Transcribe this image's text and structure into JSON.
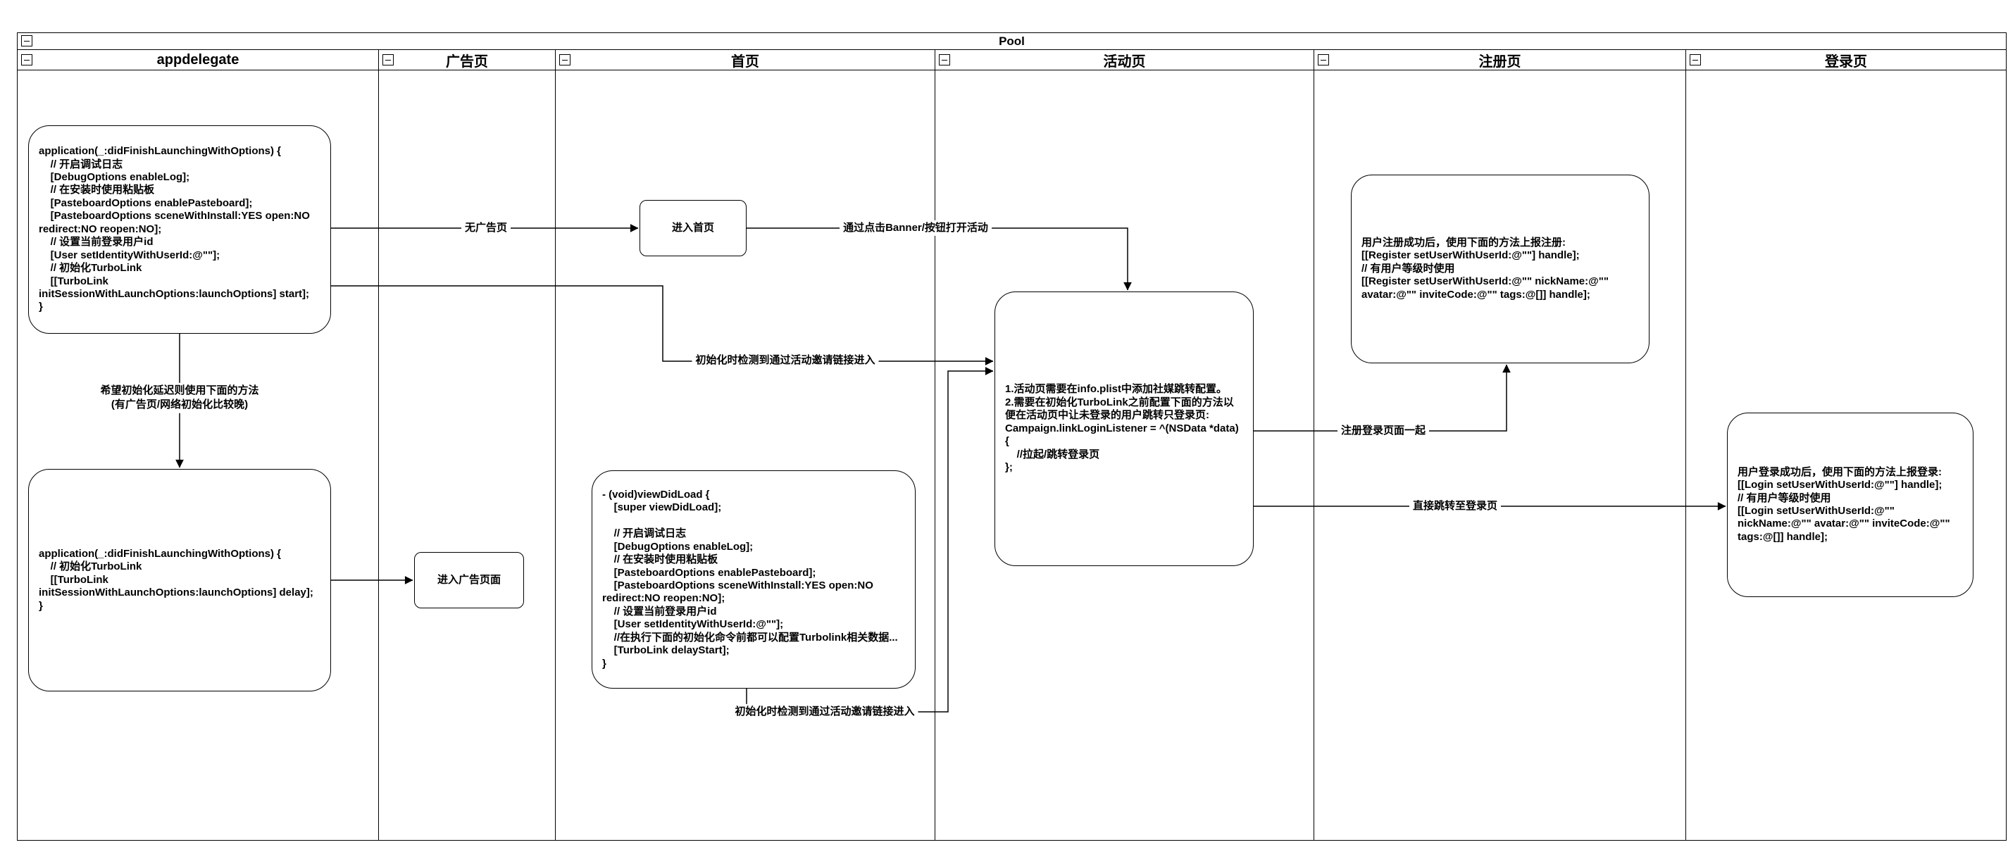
{
  "pool": {
    "title": "Pool"
  },
  "lanes": [
    {
      "id": "appdelegate",
      "title": "appdelegate"
    },
    {
      "id": "ad",
      "title": "广告页"
    },
    {
      "id": "home",
      "title": "首页"
    },
    {
      "id": "campaign",
      "title": "活动页"
    },
    {
      "id": "register",
      "title": "注册页"
    },
    {
      "id": "login",
      "title": "登录页"
    }
  ],
  "nodes": {
    "appdelegate_start": {
      "text": "application(_:didFinishLaunchingWithOptions) {\n    // 开启调试日志\n    [DebugOptions enableLog];\n    // 在安装时使用粘贴板\n    [PasteboardOptions enablePasteboard];\n    [PasteboardOptions sceneWithInstall:YES open:NO redirect:NO reopen:NO];\n    // 设置当前登录用户id\n    [User setIdentityWithUserId:@\"\"];\n    // 初始化TurboLink\n    [[TurboLink initSessionWithLaunchOptions:launchOptions] start];\n}"
    },
    "appdelegate_delay": {
      "text": "application(_:didFinishLaunchingWithOptions) {\n    // 初始化TurboLink\n    [[TurboLink initSessionWithLaunchOptions:launchOptions] delay];\n}"
    },
    "enter_ad_page": {
      "text": "进入广告页面"
    },
    "enter_home": {
      "text": "进入首页"
    },
    "home_viewdidload": {
      "text": "- (void)viewDidLoad {\n    [super viewDidLoad];\n\n    // 开启调试日志\n    [DebugOptions enableLog];\n    // 在安装时使用粘贴板\n    [PasteboardOptions enablePasteboard];\n    [PasteboardOptions sceneWithInstall:YES open:NO redirect:NO reopen:NO];\n    // 设置当前登录用户id\n    [User setIdentityWithUserId:@\"\"];\n    //在执行下面的初始化命令前都可以配置Turbolink相关数据...\n    [TurboLink delayStart];\n}"
    },
    "campaign_note": {
      "text": "1.活动页需要在info.plist中添加社媒跳转配置。\n2.需要在初始化TurboLink之前配置下面的方法以便在活动页中让未登录的用户跳转只登录页:\nCampaign.linkLoginListener = ^(NSData *data) {\n    //拉起/跳转登录页\n};"
    },
    "register_note": {
      "text": "用户注册成功后，使用下面的方法上报注册:\n[[Register setUserWithUserId:@\"\"] handle];\n// 有用户等级时使用\n[[Register setUserWithUserId:@\"\" nickName:@\"\" avatar:@\"\" inviteCode:@\"\" tags:@[]] handle];"
    },
    "login_note": {
      "text": "用户登录成功后，使用下面的方法上报登录:\n[[Login setUserWithUserId:@\"\"] handle];\n// 有用户等级时使用\n[[Login setUserWithUserId:@\"\" nickName:@\"\" avatar:@\"\" inviteCode:@\"\" tags:@[]] handle];"
    }
  },
  "edges": {
    "no_ad": "无广告页",
    "open_campaign": "通过点击Banner/按钮打开活动",
    "invite_link_top": "初始化时检测到通过活动邀请链接进入",
    "invite_link_bottom": "初始化时检测到通过活动邀请链接进入",
    "delay_hint": "希望初始化延迟则使用下面的方法\n(有广告页/网络初始化比较晚)",
    "register_login_together": "注册登录页面一起",
    "jump_login": "直接跳转至登录页"
  },
  "colors": {
    "stroke": "#000000",
    "background": "#ffffff"
  }
}
